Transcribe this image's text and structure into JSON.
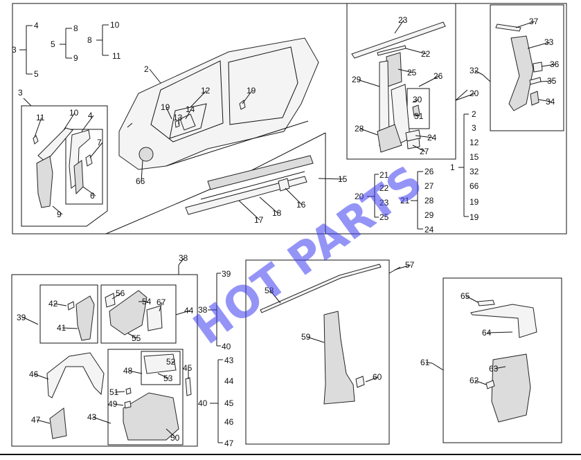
{
  "watermark": "HOT PARTS",
  "colors": {
    "watermark": "#3c3cf0",
    "line": "#111111"
  },
  "panels": {
    "top_left": {
      "tree_a": {
        "root": "3",
        "children": [
          "4",
          "5"
        ]
      },
      "tree_b": {
        "root": "5",
        "children": [
          "8",
          "9"
        ]
      },
      "tree_c": {
        "root": "8",
        "children": [
          "10",
          "11"
        ]
      },
      "group_label": "3",
      "callouts": [
        "11",
        "10",
        "4",
        "7",
        "6",
        "9"
      ]
    },
    "body_side": {
      "callouts": [
        "2",
        "12",
        "19",
        "14",
        "13",
        "19",
        "66",
        "15",
        "16",
        "17",
        "18"
      ]
    },
    "pillar_group": {
      "callouts": [
        "23",
        "22",
        "25",
        "26",
        "29",
        "30",
        "31",
        "28",
        "24",
        "27",
        "20"
      ],
      "tree_20": {
        "root": "20",
        "children": [
          "21",
          "22",
          "23",
          "25"
        ]
      },
      "tree_21": {
        "root": "21",
        "children": [
          "26",
          "27",
          "28",
          "29",
          "24"
        ]
      },
      "tree_1": {
        "root": "1",
        "children": [
          "2",
          "3",
          "12",
          "15",
          "32",
          "66",
          "19",
          "19"
        ]
      }
    },
    "c_pillar": {
      "callouts": [
        "37",
        "33",
        "36",
        "35",
        "34",
        "32"
      ]
    },
    "rear_group": {
      "callouts": [
        "38",
        "39",
        "42",
        "41",
        "56",
        "54",
        "67",
        "44",
        "55",
        "46",
        "48",
        "52",
        "53",
        "45",
        "51",
        "49",
        "47",
        "43",
        "50"
      ],
      "tree_38": {
        "root": "38",
        "children": [
          "39",
          "40"
        ]
      },
      "tree_40": {
        "root": "40",
        "children": [
          "43",
          "44",
          "45",
          "46",
          "47"
        ]
      }
    },
    "roof_rail": {
      "callouts": [
        "57",
        "58",
        "59",
        "60"
      ]
    },
    "quarter": {
      "callouts": [
        "61",
        "65",
        "64",
        "63",
        "62"
      ]
    }
  }
}
